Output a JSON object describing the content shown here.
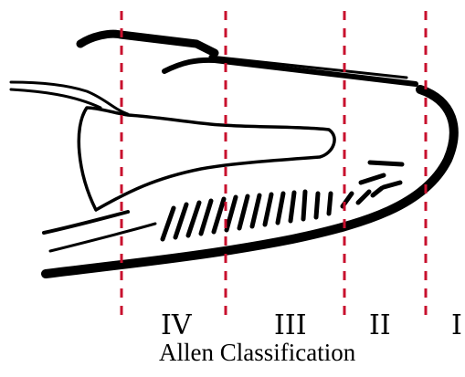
{
  "diagram": {
    "caption": "Allen Classification",
    "zones": [
      {
        "label": "IV"
      },
      {
        "label": "III"
      },
      {
        "label": "II"
      },
      {
        "label": "I"
      }
    ],
    "colors": {
      "ink": "#000000",
      "cut_line": "#c8102e",
      "background": "#ffffff"
    }
  }
}
